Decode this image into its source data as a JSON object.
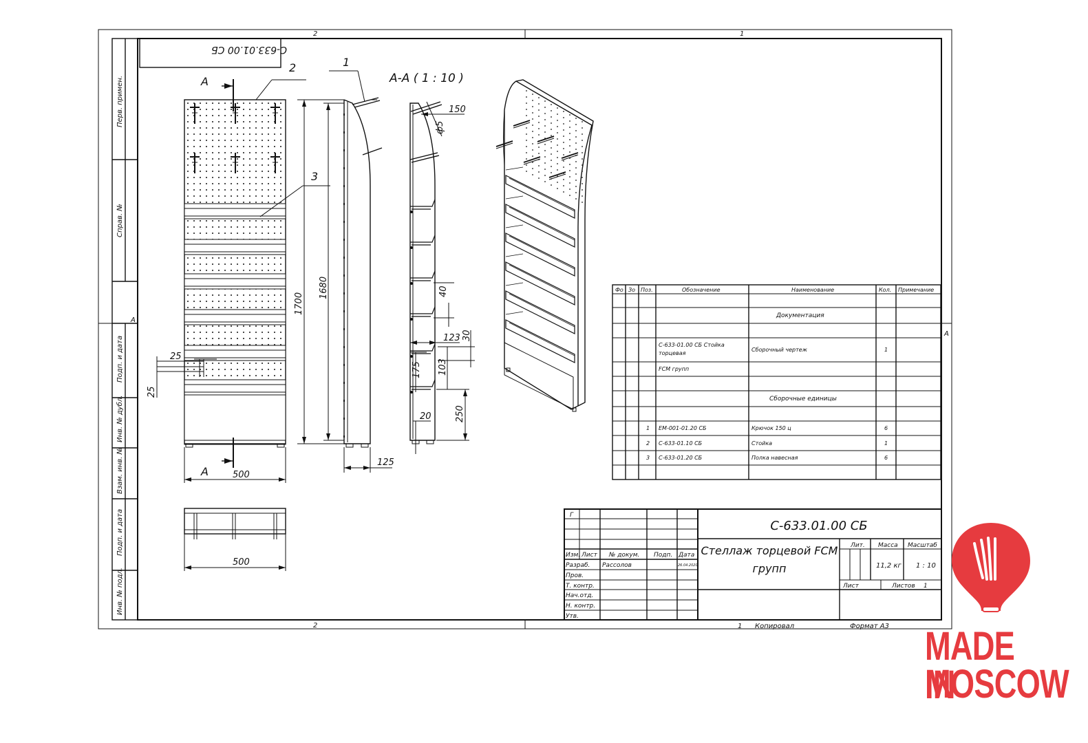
{
  "drawing": {
    "doc_code": "С-633.01.00 СБ",
    "title_line1": "Стеллаж торцевой FCM",
    "title_line2": "групп",
    "zone_top_left": "2",
    "zone_top_right": "1",
    "zone_bottom_left": "2",
    "zone_bottom_right": "1",
    "zone_side": "A",
    "copied": "Копировал",
    "format": "Формат А3",
    "section_label": "А-А ( 1 : 10 )",
    "section_arrow_label": "А",
    "callouts": [
      "1",
      "2",
      "3"
    ],
    "dims": {
      "height_total": "1700",
      "height_inner": "1680",
      "width_front": "500",
      "width_top": "500",
      "depth_base": "125",
      "hook_len": "150",
      "phi": "ф5",
      "d40": "40",
      "d123": "123",
      "d30": "30",
      "d103": "103",
      "d175": "175",
      "d250": "250",
      "d20": "20",
      "d25a": "25",
      "d25b": "25"
    }
  },
  "left_strip": {
    "labels": [
      "Перв. примен.",
      "Справ. №",
      "Подп. и дата",
      "Инв. № дубл.",
      "Взам. инв. №",
      "Подп. и дата",
      "Инв. № подл."
    ]
  },
  "spec_table": {
    "headers": [
      "Фо",
      "Зо",
      "Поз.",
      "Обозначение",
      "Наименование",
      "Кол.",
      "Примечание"
    ],
    "section_docs": "Документация",
    "section_units": "Сборочные единицы",
    "doc_rows": [
      {
        "designation": "С-633-01.00 СБ Стойка торцевая",
        "name": "Сборочный чертеж",
        "qty": "1"
      },
      {
        "designation": "FCM групп",
        "name": "",
        "qty": ""
      }
    ],
    "unit_rows": [
      {
        "pos": "1",
        "designation": "ЕМ-001-01.20 СБ",
        "name": "Крючок 150 ц",
        "qty": "6"
      },
      {
        "pos": "2",
        "designation": "С-633-01.10 СБ",
        "name": "Стойка",
        "qty": "1"
      },
      {
        "pos": "3",
        "designation": "С-633-01.20 СБ",
        "name": "Полка навесная",
        "qty": "6"
      }
    ]
  },
  "title_block": {
    "corner": "Г",
    "col_izm": "Изм.",
    "col_list": "Лист",
    "col_doc": "№ докум.",
    "col_sign": "Подп.",
    "col_date": "Дата",
    "row_razrab": "Разраб.",
    "razrab_name": "Рассолов",
    "razrab_date": "26.04.2020",
    "row_prov": "Пров.",
    "row_tkontr": "Т. контр.",
    "row_nachotd": "Нач.отд.",
    "row_nkontr": "Н. контр.",
    "row_utv": "Утв.",
    "lit": "Лит.",
    "massa": "Масса",
    "masshtab": "Масштаб",
    "massa_val": "11,2 кг",
    "scale_val": "1 : 10",
    "list": "Лист",
    "listov": "Листов",
    "listov_val": "1"
  },
  "logo": {
    "line1": "MADE IN",
    "line2": "MOSCOW",
    "color": "#e63b3f"
  }
}
